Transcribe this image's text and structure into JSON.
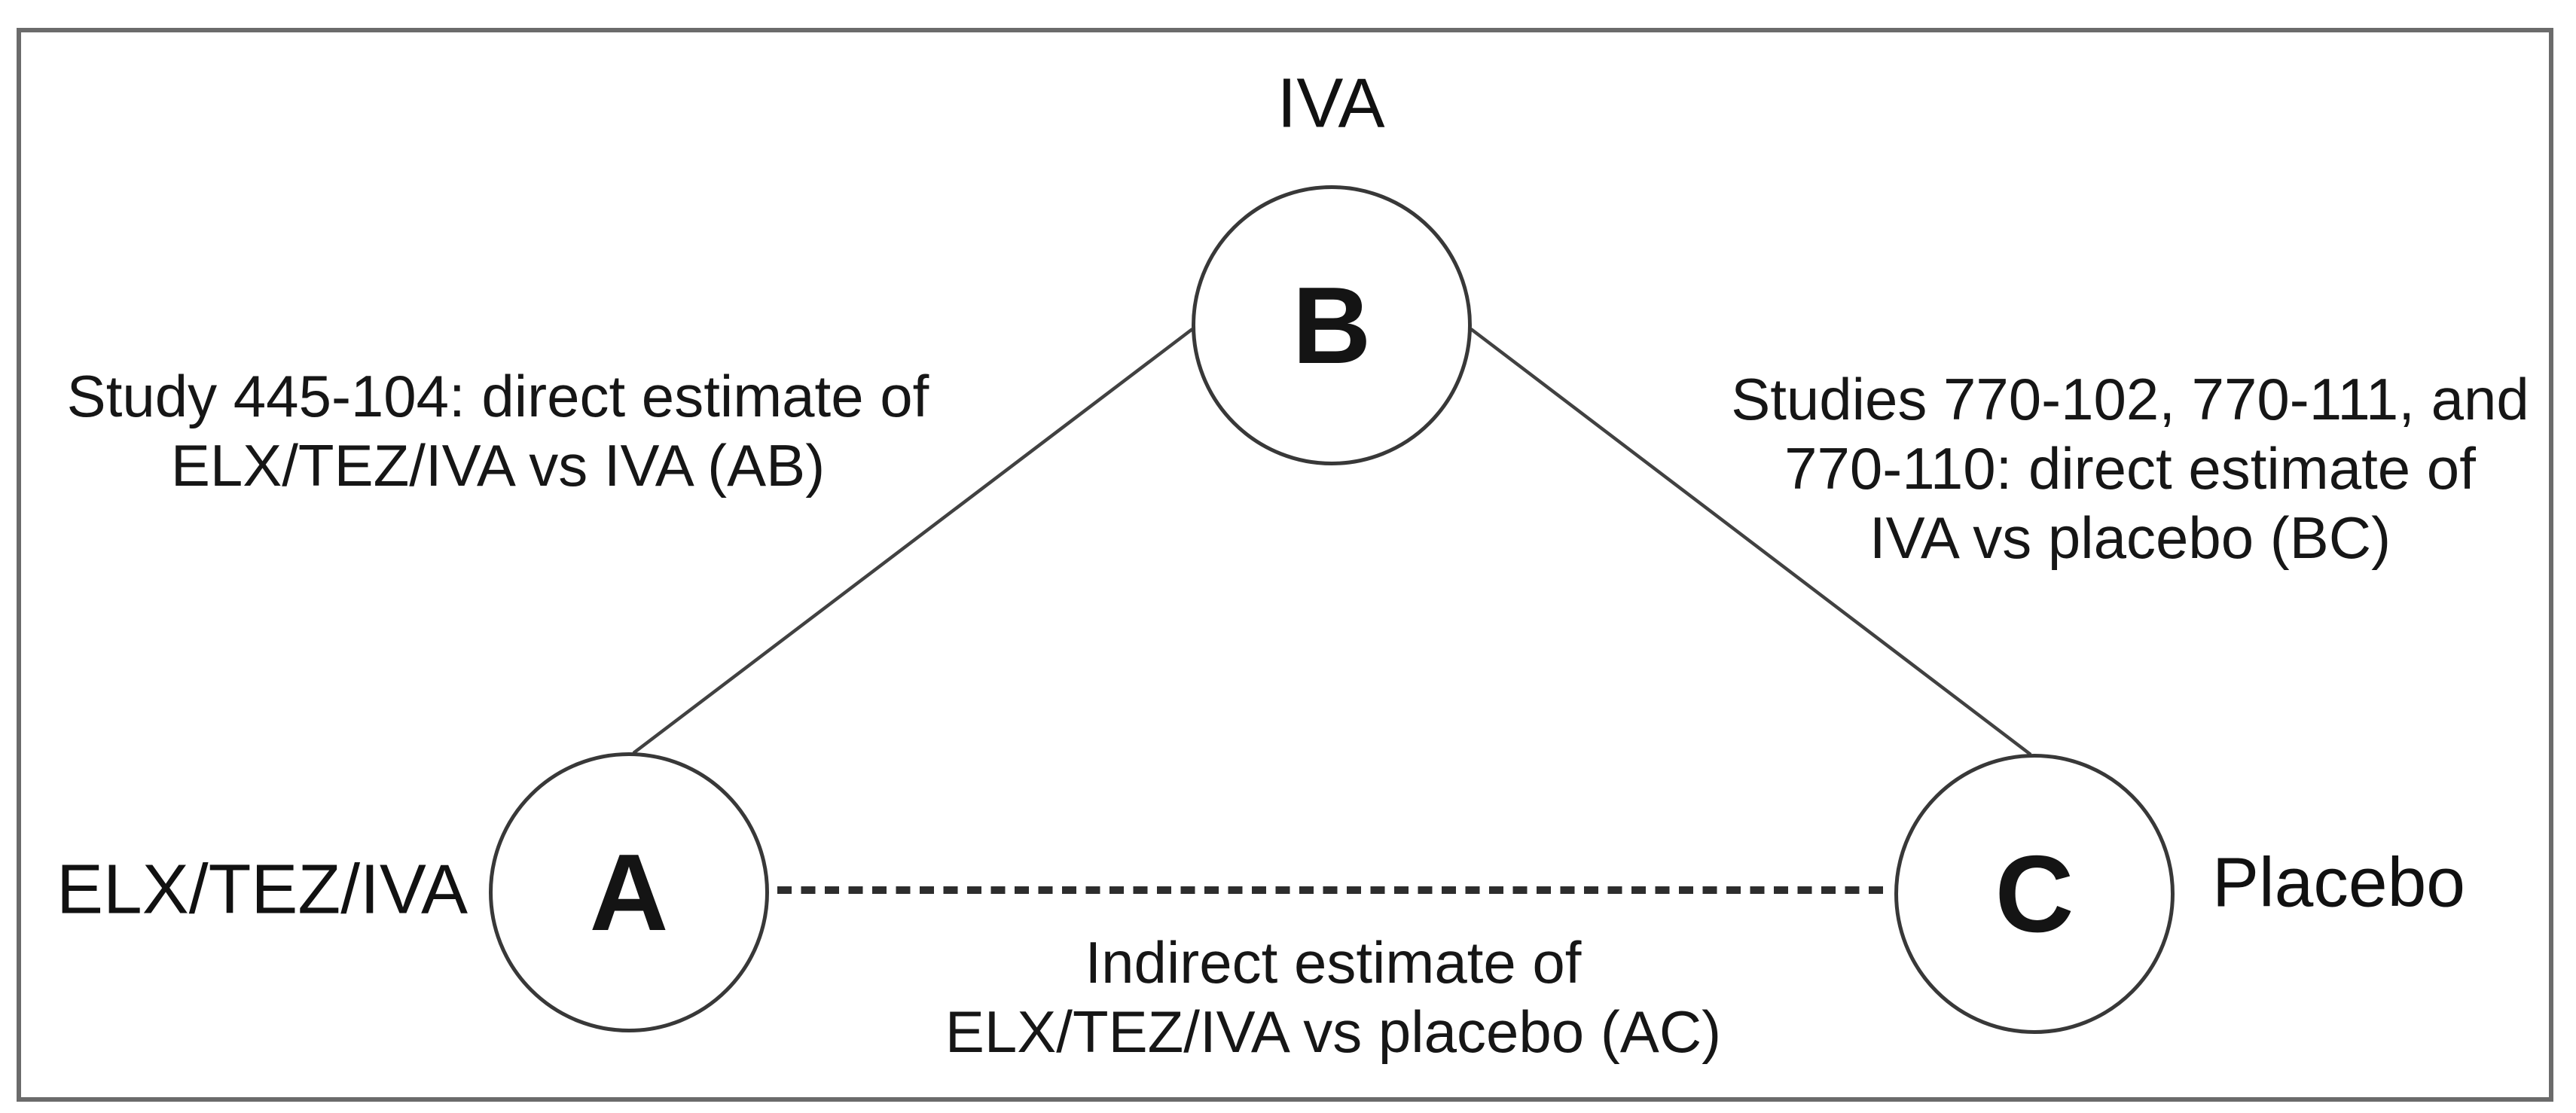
{
  "nodes": {
    "A": {
      "letter": "A",
      "label": "ELX/TEZ/IVA"
    },
    "B": {
      "letter": "B",
      "label": "IVA"
    },
    "C": {
      "letter": "C",
      "label": "Placebo"
    }
  },
  "edges": {
    "AB": {
      "style": "solid",
      "lines": [
        "Study 445-104: direct estimate of",
        "ELX/TEZ/IVA vs IVA (AB)"
      ]
    },
    "BC": {
      "style": "solid",
      "lines": [
        "Studies 770-102, 770-111, and",
        "770-110: direct estimate of",
        "IVA vs placebo (BC)"
      ]
    },
    "AC": {
      "style": "dashed",
      "lines": [
        "Indirect estimate of",
        "ELX/TEZ/IVA vs placebo (AC)"
      ]
    }
  },
  "colors": {
    "background": "#ffffff",
    "text": "#161616",
    "node_stroke": "#383838",
    "solid_edge": "#414141",
    "dashed_edge": "#2d2d2d",
    "frame": "#6b6b6b"
  }
}
